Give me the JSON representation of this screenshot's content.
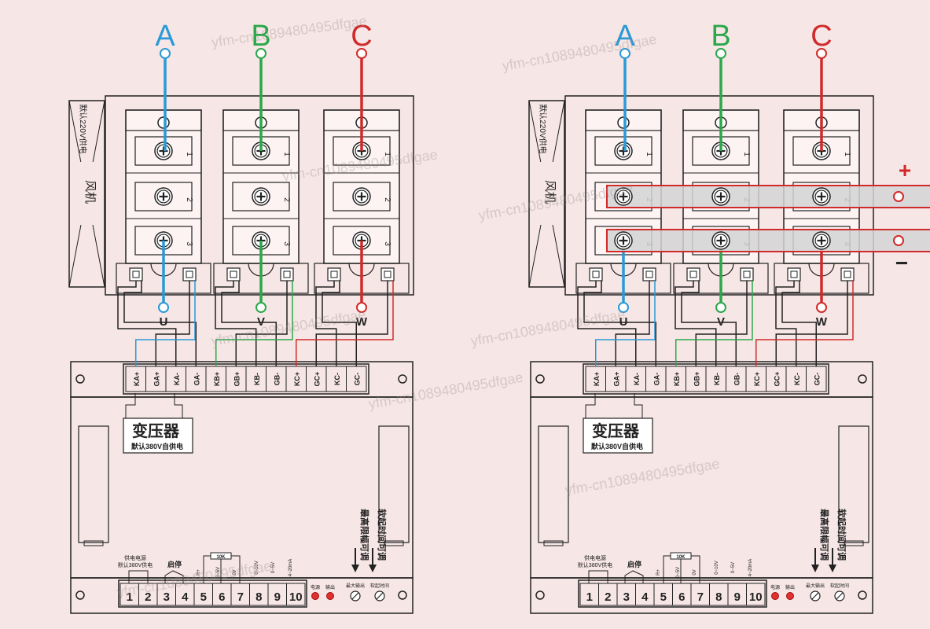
{
  "colors": {
    "background": "#f7e6e6",
    "phase_a": "#2a9ad6",
    "phase_b": "#2aa84a",
    "phase_c": "#d12a2a",
    "line": "#222222",
    "busbar_fill": "#d4d4d4",
    "busbar_outline": "#d12a2a"
  },
  "watermark": "yfm-cn1089480495dfgae",
  "left": {
    "phases": [
      "A",
      "B",
      "C"
    ],
    "outputs": [
      "U",
      "V",
      "W"
    ],
    "module_terminals": [
      "1",
      "2",
      "3"
    ],
    "fan_note": "默认220V供电",
    "fan_label": "风机",
    "terminals": [
      "KA+",
      "GA+",
      "KA-",
      "GA-",
      "KB+",
      "GB+",
      "KB-",
      "GB-",
      "KC+",
      "GC+",
      "KC-",
      "GC-"
    ],
    "transformer_title": "变压器",
    "transformer_note": "默认380V自供电",
    "bottom_terminals": [
      "1",
      "2",
      "3",
      "4",
      "5",
      "6",
      "7",
      "8",
      "9",
      "10"
    ],
    "supply_label": "供电电源",
    "supply_note": "默认380V供电",
    "startstop_label": "启停",
    "pot_label": "10K",
    "pot_pins": [
      "R+",
      "0~5V",
      "0V"
    ],
    "signal_labels": [
      "0~10V",
      "0~5V",
      "4~20mA"
    ],
    "led_labels": [
      "电源",
      "输出"
    ],
    "knob_labels": [
      "最大输出",
      "软起时间"
    ],
    "arrow_labels": [
      "最高限幅可调",
      "软起时间可调"
    ]
  },
  "right": {
    "phases": [
      "A",
      "B",
      "C"
    ],
    "outputs": [
      "U",
      "V",
      "W"
    ],
    "module_terminals": [
      "1",
      "2",
      "3"
    ],
    "fan_note": "默认220V供电",
    "fan_label": "风机",
    "plus": "+",
    "minus": "−",
    "terminals": [
      "KA+",
      "GA+",
      "KA-",
      "GA-",
      "KB+",
      "GB+",
      "KB-",
      "GB-",
      "KC+",
      "GC+",
      "KC-",
      "GC-"
    ],
    "transformer_title": "变压器",
    "transformer_note": "默认380V自供电",
    "bottom_terminals": [
      "1",
      "2",
      "3",
      "4",
      "5",
      "6",
      "7",
      "8",
      "9",
      "10"
    ],
    "supply_label": "供电电源",
    "supply_note": "默认380V供电",
    "startstop_label": "启停",
    "pot_label": "10K",
    "pot_pins": [
      "R+",
      "0~5V",
      "0V"
    ],
    "signal_labels": [
      "0~10V",
      "0~5V",
      "4~20mA"
    ],
    "led_labels": [
      "电源",
      "输出"
    ],
    "knob_labels": [
      "最大输出",
      "软起时间"
    ],
    "arrow_labels": [
      "最高限幅可调",
      "软起时间可调"
    ]
  }
}
